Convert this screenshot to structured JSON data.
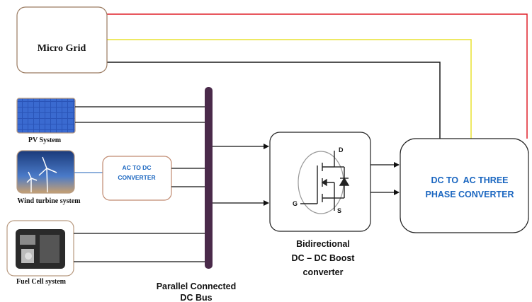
{
  "nodes": {
    "micro_grid": "Micro Grid",
    "pv_system": "PV System",
    "wind_turbine": "Wind turbine system",
    "ac_dc_converter": [
      "AC TO DC",
      "CONVERTER"
    ],
    "fuel_cell": "Fuel Cell system",
    "dc_bus": [
      "Parallel Connected",
      "DC Bus"
    ],
    "boost_converter": [
      "Bidirectional",
      "DC – DC Boost",
      "converter"
    ],
    "inverter": [
      "DC TO  AC THREE",
      "PHASE CONVERTER"
    ],
    "mosfet_pins": {
      "drain": "D",
      "gate": "G",
      "source": "S"
    }
  },
  "colors": {
    "grid_line_red": "#e0202a",
    "grid_line_yellow": "#e8e230",
    "grid_line_black": "#1a1a1a",
    "dc_bus": "#4a2a4a",
    "converter_text": "#1a66c0",
    "pv_panel": "#2a54b8"
  }
}
